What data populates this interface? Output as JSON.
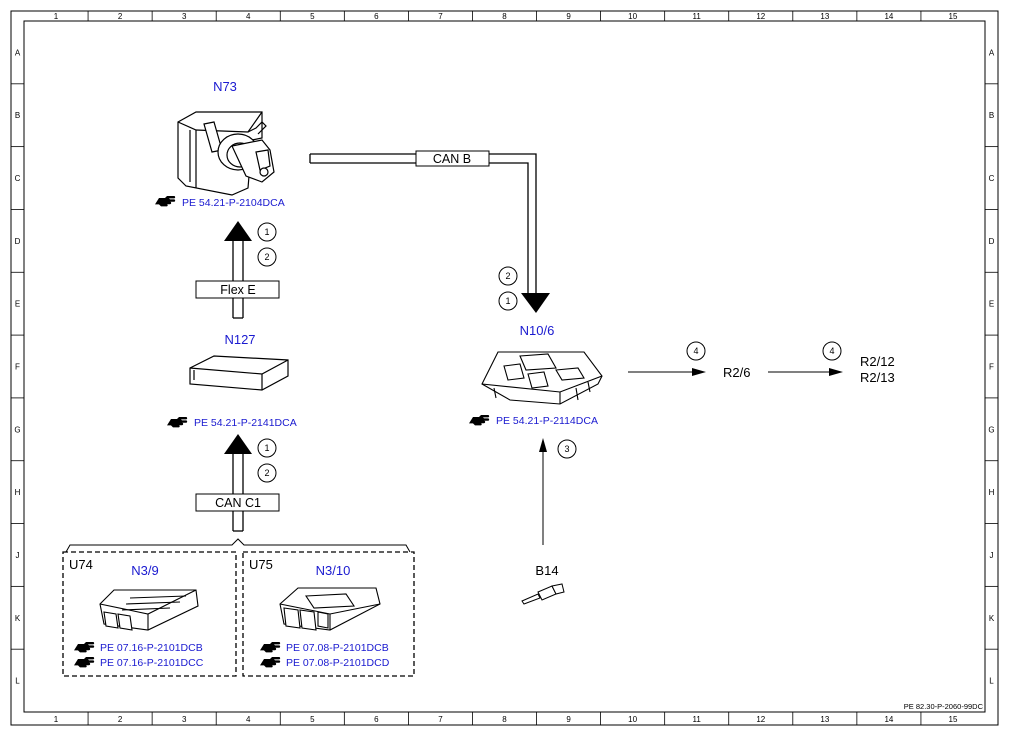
{
  "frame": {
    "columns": [
      "1",
      "2",
      "3",
      "4",
      "5",
      "6",
      "7",
      "8",
      "9",
      "10",
      "11",
      "12",
      "13",
      "14",
      "15"
    ],
    "rows": [
      "A",
      "B",
      "C",
      "D",
      "E",
      "F",
      "G",
      "H",
      "J",
      "K",
      "L"
    ]
  },
  "components": {
    "n73": {
      "label": "N73",
      "ref": "PE 54.21-P-2104DCA"
    },
    "n127": {
      "label": "N127",
      "ref": "PE 54.21-P-2141DCA"
    },
    "n10_6": {
      "label": "N10/6",
      "ref": "PE 54.21-P-2114DCA"
    },
    "u74": {
      "group": "U74",
      "label": "N3/9",
      "ref1": "PE 07.16-P-2101DCB",
      "ref2": "PE 07.16-P-2101DCC"
    },
    "u75": {
      "group": "U75",
      "label": "N3/10",
      "ref1": "PE 07.08-P-2101DCB",
      "ref2": "PE 07.08-P-2101DCD"
    },
    "b14": {
      "label": "B14"
    },
    "r2_6": {
      "label": "R2/6"
    },
    "r2_12": {
      "label": "R2/12"
    },
    "r2_13": {
      "label": "R2/13"
    }
  },
  "buses": {
    "can_b": "CAN B",
    "flex_e": "Flex E",
    "can_c1": "CAN C1"
  },
  "markers": {
    "n73_1": "1",
    "n73_2": "2",
    "n127_1": "1",
    "n127_2": "2",
    "n10_2": "2",
    "n10_1": "1",
    "b14_3": "3",
    "r26_4": "4",
    "r212_4": "4"
  },
  "doc_id": "PE 82.30-P-2060-99DC",
  "icons": {
    "reference": "pointing-hand-icon"
  },
  "colors": {
    "ref_text": "#1a1ad0",
    "line": "#000000"
  }
}
